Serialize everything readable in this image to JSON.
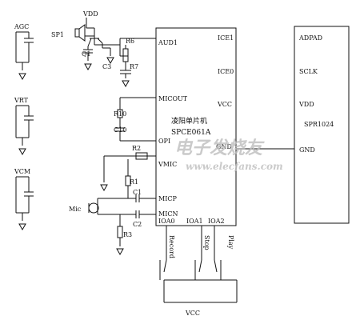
{
  "left_components": {
    "agc": "AGC",
    "vrt": "VRT",
    "vcm": "VCM"
  },
  "speaker": {
    "vdd": "VDD",
    "sp1": "SP1",
    "q1": "Q1",
    "c3": "C3",
    "r6": "R6",
    "r7": "R7"
  },
  "mcu": {
    "chinese_name": "凌阳单片机",
    "model": "SPCE061A",
    "pins_left": [
      "AUD1",
      "MICOUT",
      "OPI",
      "VMIC",
      "MICP",
      "MICN"
    ],
    "pins_right": [
      "ICE1",
      "ICE0",
      "VCC",
      "GND"
    ],
    "pins_bottom": [
      "IOA0",
      "IOA1",
      "IOA2"
    ]
  },
  "left_parts": {
    "r10": "R10",
    "c10": "C10",
    "r2": "R2",
    "r1": "R1",
    "c1": "C1",
    "c2": "C2",
    "r3": "R3",
    "mic": "Mic"
  },
  "spr": {
    "model": "SPR1024",
    "pins": [
      "ADPAD",
      "SCLK",
      "VDD",
      "GND"
    ],
    "gnd_label": "GND"
  },
  "buttons": [
    "Record",
    "Stop",
    "Play"
  ],
  "vcc_bottom": "VCC",
  "watermark": {
    "cn": "电子发烧友",
    "url": "www.elecfans.com"
  }
}
